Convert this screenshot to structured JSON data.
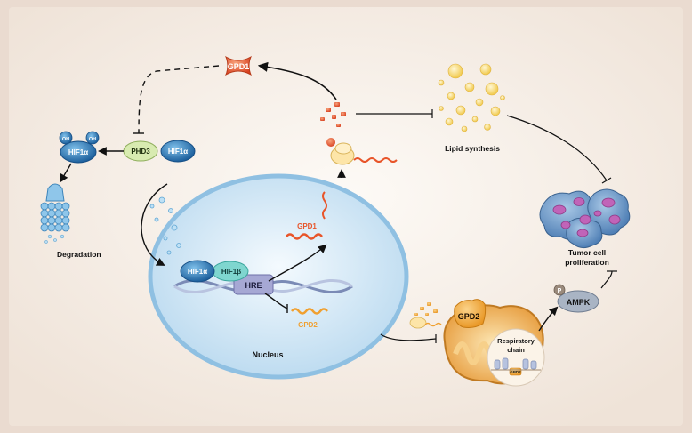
{
  "labels": {
    "gpd1_protein": "GPD1",
    "phd3": "PHD3",
    "hif1a_free": "HIF1α",
    "hif1a_oh": "HIF1α",
    "oh_left": "OH",
    "oh_right": "OH",
    "degradation": "Degradation",
    "lipid_synthesis": "Lipid synthesis",
    "gpd1_mrna": "GPD1",
    "gpd2_mrna": "GPD2",
    "hif1a_complex": "HIF1α",
    "hif1b_complex": "HIF1β",
    "hre": "HRE",
    "nucleus": "Nucleus",
    "tumor_line1": "Tumor cell",
    "tumor_line2": "proliferation",
    "p": "P",
    "ampk": "AMPK",
    "gpd2_protein": "GPD2",
    "respiratory_line1": "Respiratory",
    "respiratory_line2": "chain",
    "mito_inner_label": "GPD2"
  },
  "colors": {
    "gpd_red": "#e8552a",
    "gpd2_orange": "#f0a030",
    "hif_blue": "#2a7fc0",
    "phd3_green": "#d8ebb0",
    "hre_purple": "#a6a8d4",
    "nucleus_fill": "#cfe6f6",
    "tumor_blue": "#6a95c4",
    "tumor_nucleus": "#c064b8",
    "lipid_yellow": "#f7d774",
    "ampk_gray": "#a9b4c4"
  }
}
